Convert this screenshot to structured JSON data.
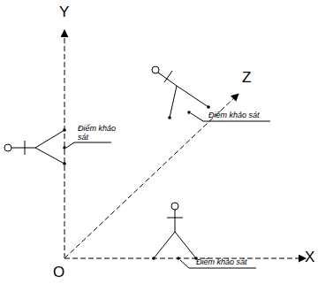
{
  "diagram": {
    "labels": [
      "Y",
      "Z",
      "X",
      "O",
      "Điểm khảo sát",
      "Điểm khảo sát",
      "Điểm khảo sát"
    ]
  }
}
